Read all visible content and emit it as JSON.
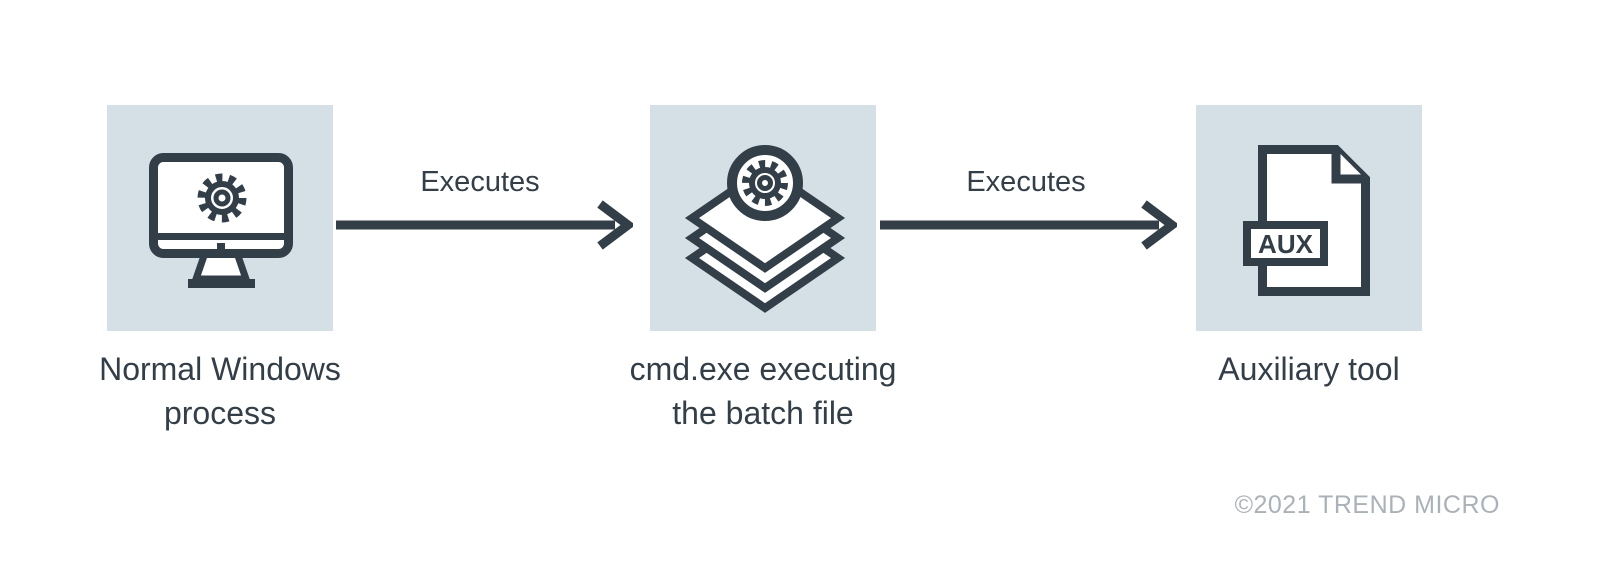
{
  "diagram": {
    "nodes": [
      {
        "id": "normal-windows-process",
        "icon": "monitor-gear-icon",
        "lines": [
          "Normal Windows",
          "process"
        ]
      },
      {
        "id": "cmd-exe-batch",
        "icon": "layers-gear-icon",
        "lines": [
          "cmd.exe executing",
          "the batch file"
        ]
      },
      {
        "id": "auxiliary-tool",
        "icon": "document-aux-icon",
        "file_label": "AUX",
        "lines": [
          "Auxiliary tool"
        ]
      }
    ],
    "arrows": [
      {
        "label": "Executes"
      },
      {
        "label": "Executes"
      }
    ],
    "copyright": "©2021 TREND MICRO",
    "colors": {
      "node_background": "#d5e0e6",
      "ink": "#333f48",
      "copyright_text": "#a9b2b8",
      "canvas_background": "#ffffff"
    }
  }
}
